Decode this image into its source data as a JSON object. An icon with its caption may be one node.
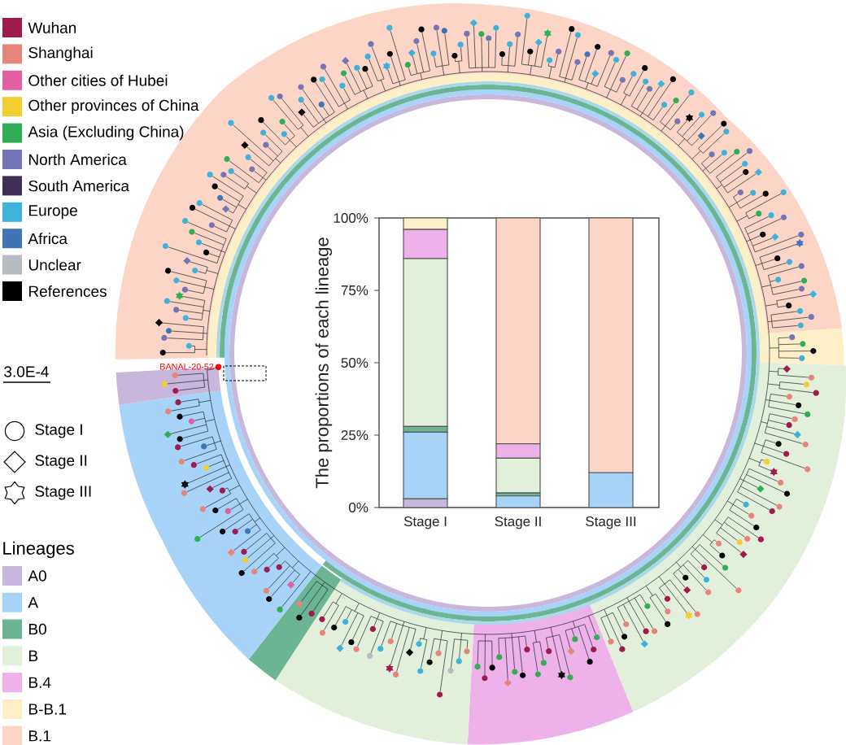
{
  "diagram": {
    "labels": [
      "BANAL-20-52",
      "3.0E-4",
      "Lineages"
    ],
    "legend": [
      {
        "text": "Wuhan",
        "color": "#9e1b4e"
      },
      {
        "text": "Shanghai",
        "color": "#e8857a"
      },
      {
        "text": "Other cities of Hubei",
        "color": "#e25fa1"
      },
      {
        "text": "Other provinces of China",
        "color": "#f2cf2e"
      },
      {
        "text": "Asia (Excluding China)",
        "color": "#2fae55"
      },
      {
        "text": "North America",
        "color": "#7475b5"
      },
      {
        "text": "South America",
        "color": "#3f2f55"
      },
      {
        "text": "Europe",
        "color": "#3db3dc"
      },
      {
        "text": "Africa",
        "color": "#3e75b6"
      },
      {
        "text": "Unclear",
        "color": "#b6bcc1"
      },
      {
        "text": "References",
        "color": "#000000"
      },
      {
        "text": "Stage I"
      },
      {
        "text": "Stage II"
      },
      {
        "text": "Stage III"
      },
      {
        "text": "A0",
        "color": "#c8b6dc"
      },
      {
        "text": "A",
        "color": "#a6d3f7"
      },
      {
        "text": "B0",
        "color": "#6bb595"
      },
      {
        "text": "B",
        "color": "#e2efda"
      },
      {
        "text": "B.4",
        "color": "#eeb1ea"
      },
      {
        "text": "B-B.1",
        "color": "#fdf0c9"
      },
      {
        "text": "B.1",
        "color": "#fcd5c6"
      }
    ],
    "chart_data": {
      "type": "bar",
      "stacked": true,
      "ylabel": "The proportions of each lineage",
      "categories": [
        "Stage I",
        "Stage II",
        "Stage III"
      ],
      "series": [
        {
          "color": "#c8b6dc",
          "values": [
            3,
            0,
            0
          ]
        },
        {
          "color": "#a6d3f7",
          "values": [
            23,
            4,
            12
          ]
        },
        {
          "color": "#6bb595",
          "values": [
            2,
            1,
            0
          ]
        },
        {
          "color": "#e2efda",
          "values": [
            58,
            12,
            0
          ]
        },
        {
          "color": "#eeb1ea",
          "values": [
            10,
            5,
            0
          ]
        },
        {
          "color": "#fdf0c9",
          "values": [
            4,
            0,
            0
          ]
        },
        {
          "color": "#fcd5c6",
          "values": [
            0,
            78,
            88
          ]
        }
      ],
      "ylim": [
        0,
        100
      ],
      "yticks": [
        {
          "value": 0,
          "label": "0%"
        },
        {
          "value": 25,
          "label": "25%"
        },
        {
          "value": 50,
          "label": "50%"
        },
        {
          "value": 75,
          "label": "75%"
        },
        {
          "value": 100,
          "label": "100%"
        }
      ]
    }
  }
}
